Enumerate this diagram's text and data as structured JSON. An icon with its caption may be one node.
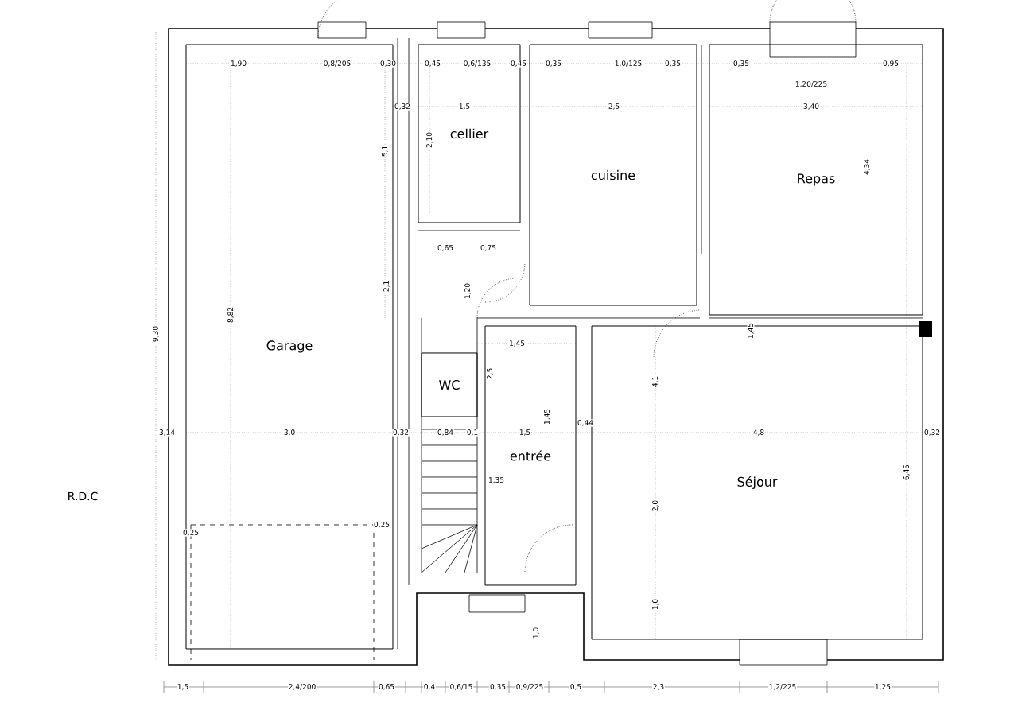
{
  "diagram": {
    "nodes": [
      {
        "text": [
          "Garage"
        ]
      },
      {
        "text": [
          "cellier"
        ]
      },
      {
        "text": [
          "cuisine"
        ]
      },
      {
        "text": [
          "Repas"
        ]
      },
      {
        "text": [
          "WC"
        ]
      },
      {
        "text": [
          "entrée"
        ]
      },
      {
        "text": [
          "Séjour"
        ]
      }
    ],
    "labels": [
      "1,90",
      "0,8/205",
      "0,30",
      "0,45",
      "0,6/135",
      "0,45",
      "0,35",
      "1,0/125",
      "0,35",
      "0,35",
      "0,95",
      "1,20/225",
      "0,32",
      "1,5",
      "2,5",
      "3,40",
      "2,10",
      "5,1",
      "4,34",
      "0,65",
      "0,75",
      "2,1",
      "1,20",
      "8,82",
      "9,30",
      "1,45",
      "1,45",
      "2,5",
      "4,1",
      "3,14",
      "3,0",
      "0,32",
      "0,84",
      "0,1",
      "1,5",
      "1,45",
      "0,44",
      "4,8",
      "0,32",
      "6,45",
      "1,35",
      "R.D.C",
      "2,0",
      "0,25",
      "0,25",
      "1,0",
      "1,0",
      "1,5",
      "2,4/200",
      "0,65",
      "0,4",
      "0,6/15",
      "0,35",
      "0,9/225",
      "0,5",
      "2,3",
      "1,2/225",
      "1,25"
    ]
  }
}
